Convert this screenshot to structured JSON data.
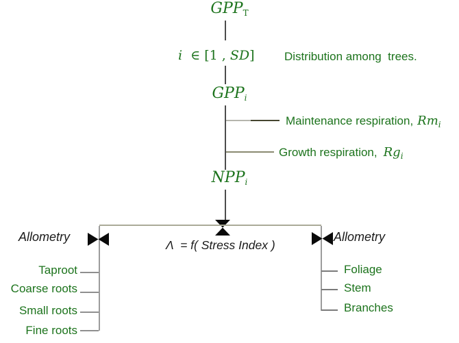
{
  "palette": {
    "text-green": "#1c731c",
    "line-dark": "#4c4c4c",
    "line-gray": "#9c9c9c",
    "line-olive": "#8a8a70",
    "crossbar": "#aaaa98",
    "symbol-black": "#0a0a0a"
  },
  "top": {
    "gpp_total": {
      "base": "GPP",
      "sub": "T"
    },
    "index_expr": {
      "lead": "i",
      "mid": "  ∈ [1 , ",
      "var": "SD",
      "close": "]"
    },
    "index_note": "Distribution among  trees.",
    "gpp_tree": {
      "base": "GPP",
      "sub": "i"
    }
  },
  "respiration": {
    "maintenance_label": "Maintenance respiration,",
    "maintenance_var": {
      "base": "Rm",
      "sub": "i"
    },
    "growth_label": "Growth respiration,",
    "growth_var": {
      "base": "Rg",
      "sub": "i"
    }
  },
  "npp": {
    "base": "NPP",
    "sub": "i"
  },
  "partition": {
    "lambda_expr": "Λ  = f( Stress Index )",
    "allometry_left": "Allometry",
    "allometry_right": "Allometry"
  },
  "below_ground": {
    "items": [
      "Taproot",
      "Coarse roots",
      "Small roots",
      "Fine roots"
    ]
  },
  "above_ground": {
    "items": [
      "Foliage",
      "Stem",
      "Branches"
    ]
  }
}
